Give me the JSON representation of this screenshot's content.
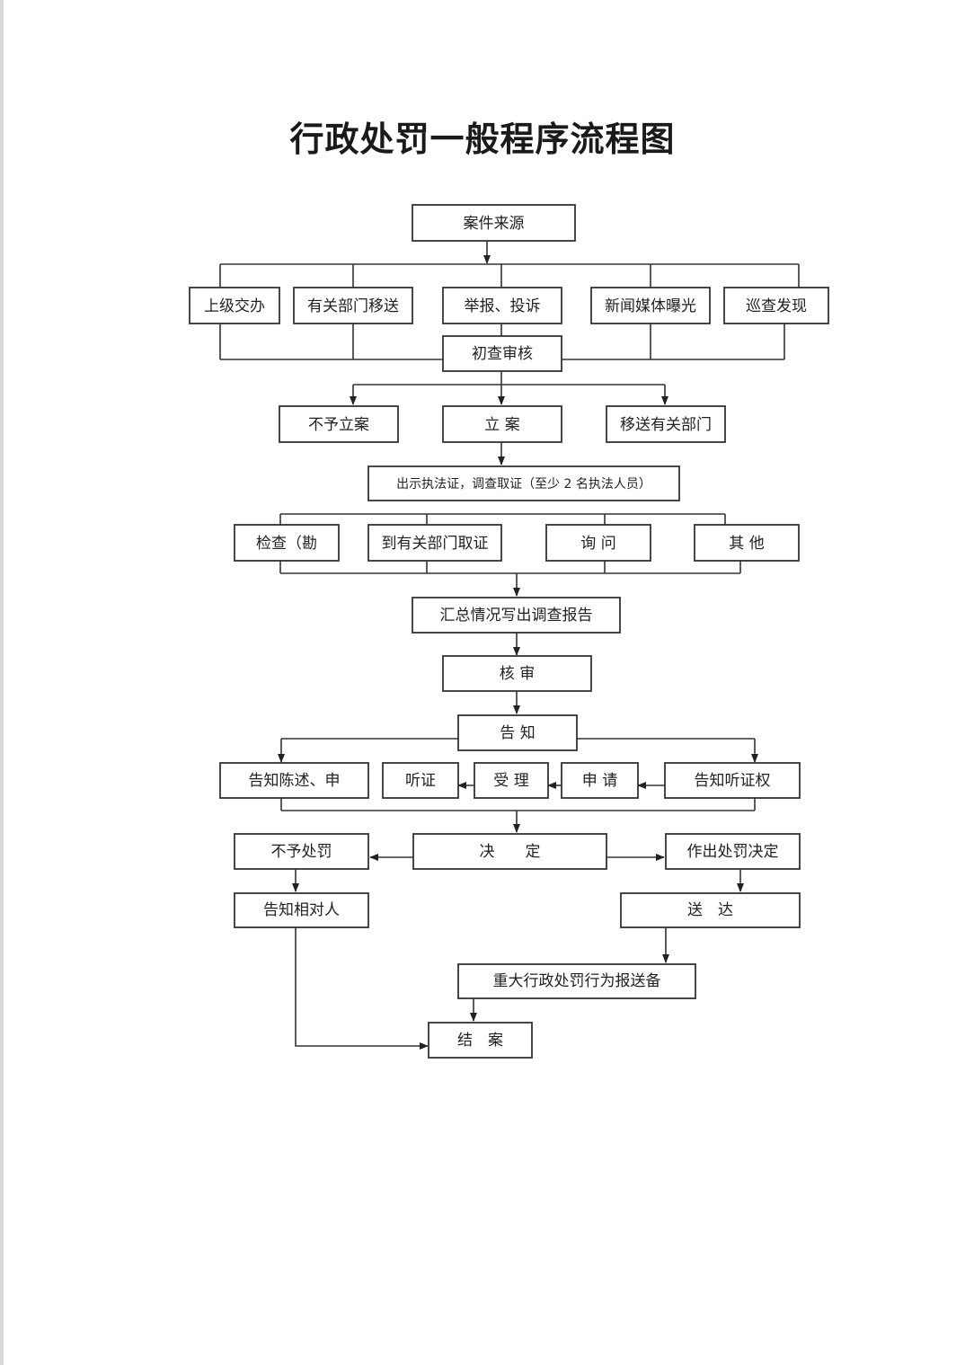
{
  "title": "行政处罚一般程序流程图",
  "nodes": {
    "case_source": "案件来源",
    "superior_assign": "上级交办",
    "dept_transfer": "有关部门移送",
    "report_complaint": "举报、投诉",
    "media_exposure": "新闻媒体曝光",
    "patrol_discovery": "巡查发现",
    "preliminary_review": "初查审核",
    "no_case": "不予立案",
    "file_case": "立 案",
    "transfer_dept": "移送有关部门",
    "show_certificate": "出示执法证，调查取证（至少 2 名执法人员）",
    "inspection": "检查（勘",
    "dept_evidence": "到有关部门取证",
    "inquiry": "询 问",
    "other": "其 他",
    "summary_report": "汇总情况写出调查报告",
    "review": "核 审",
    "notify": "告 知",
    "notify_statement": "告知陈述、申",
    "hearing": "听证",
    "accept": "受 理",
    "apply": "申 请",
    "notify_hearing_right": "告知听证权",
    "no_penalty": "不予处罚",
    "decision": "决　　定",
    "make_decision": "作出处罚决定",
    "notify_party": "告知相对人",
    "deliver": "送　达",
    "major_filing": "重大行政处罚行为报送备",
    "close_case": "结　案"
  }
}
